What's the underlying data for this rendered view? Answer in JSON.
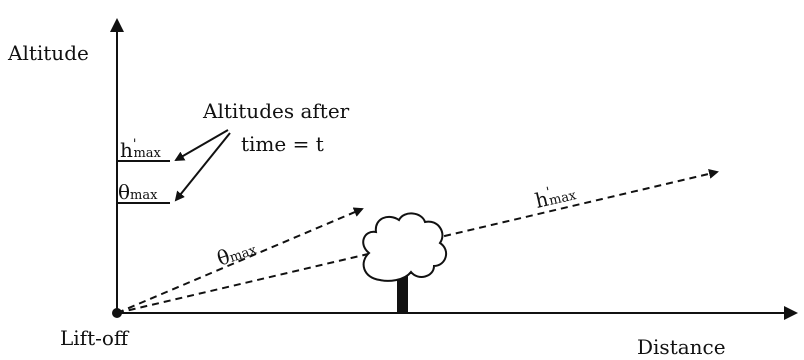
{
  "axes": {
    "y_label": "Altitude",
    "x_label": "Distance",
    "origin_label": "Lift-off"
  },
  "annotation": {
    "line1": "Altitudes after",
    "line2": "time = t"
  },
  "ticks": {
    "hmax_base": "h",
    "hmax_prime": "'",
    "hmax_sub": "max",
    "theta_base": "θ",
    "theta_sub": "max"
  },
  "paths": {
    "hmax_base": "h",
    "hmax_prime": "'",
    "hmax_sub": "max",
    "theta_base": "θ",
    "theta_sub": "max"
  },
  "colors": {
    "ink": "#111111",
    "background": "#ffffff"
  },
  "icons": [
    "tree-icon"
  ]
}
